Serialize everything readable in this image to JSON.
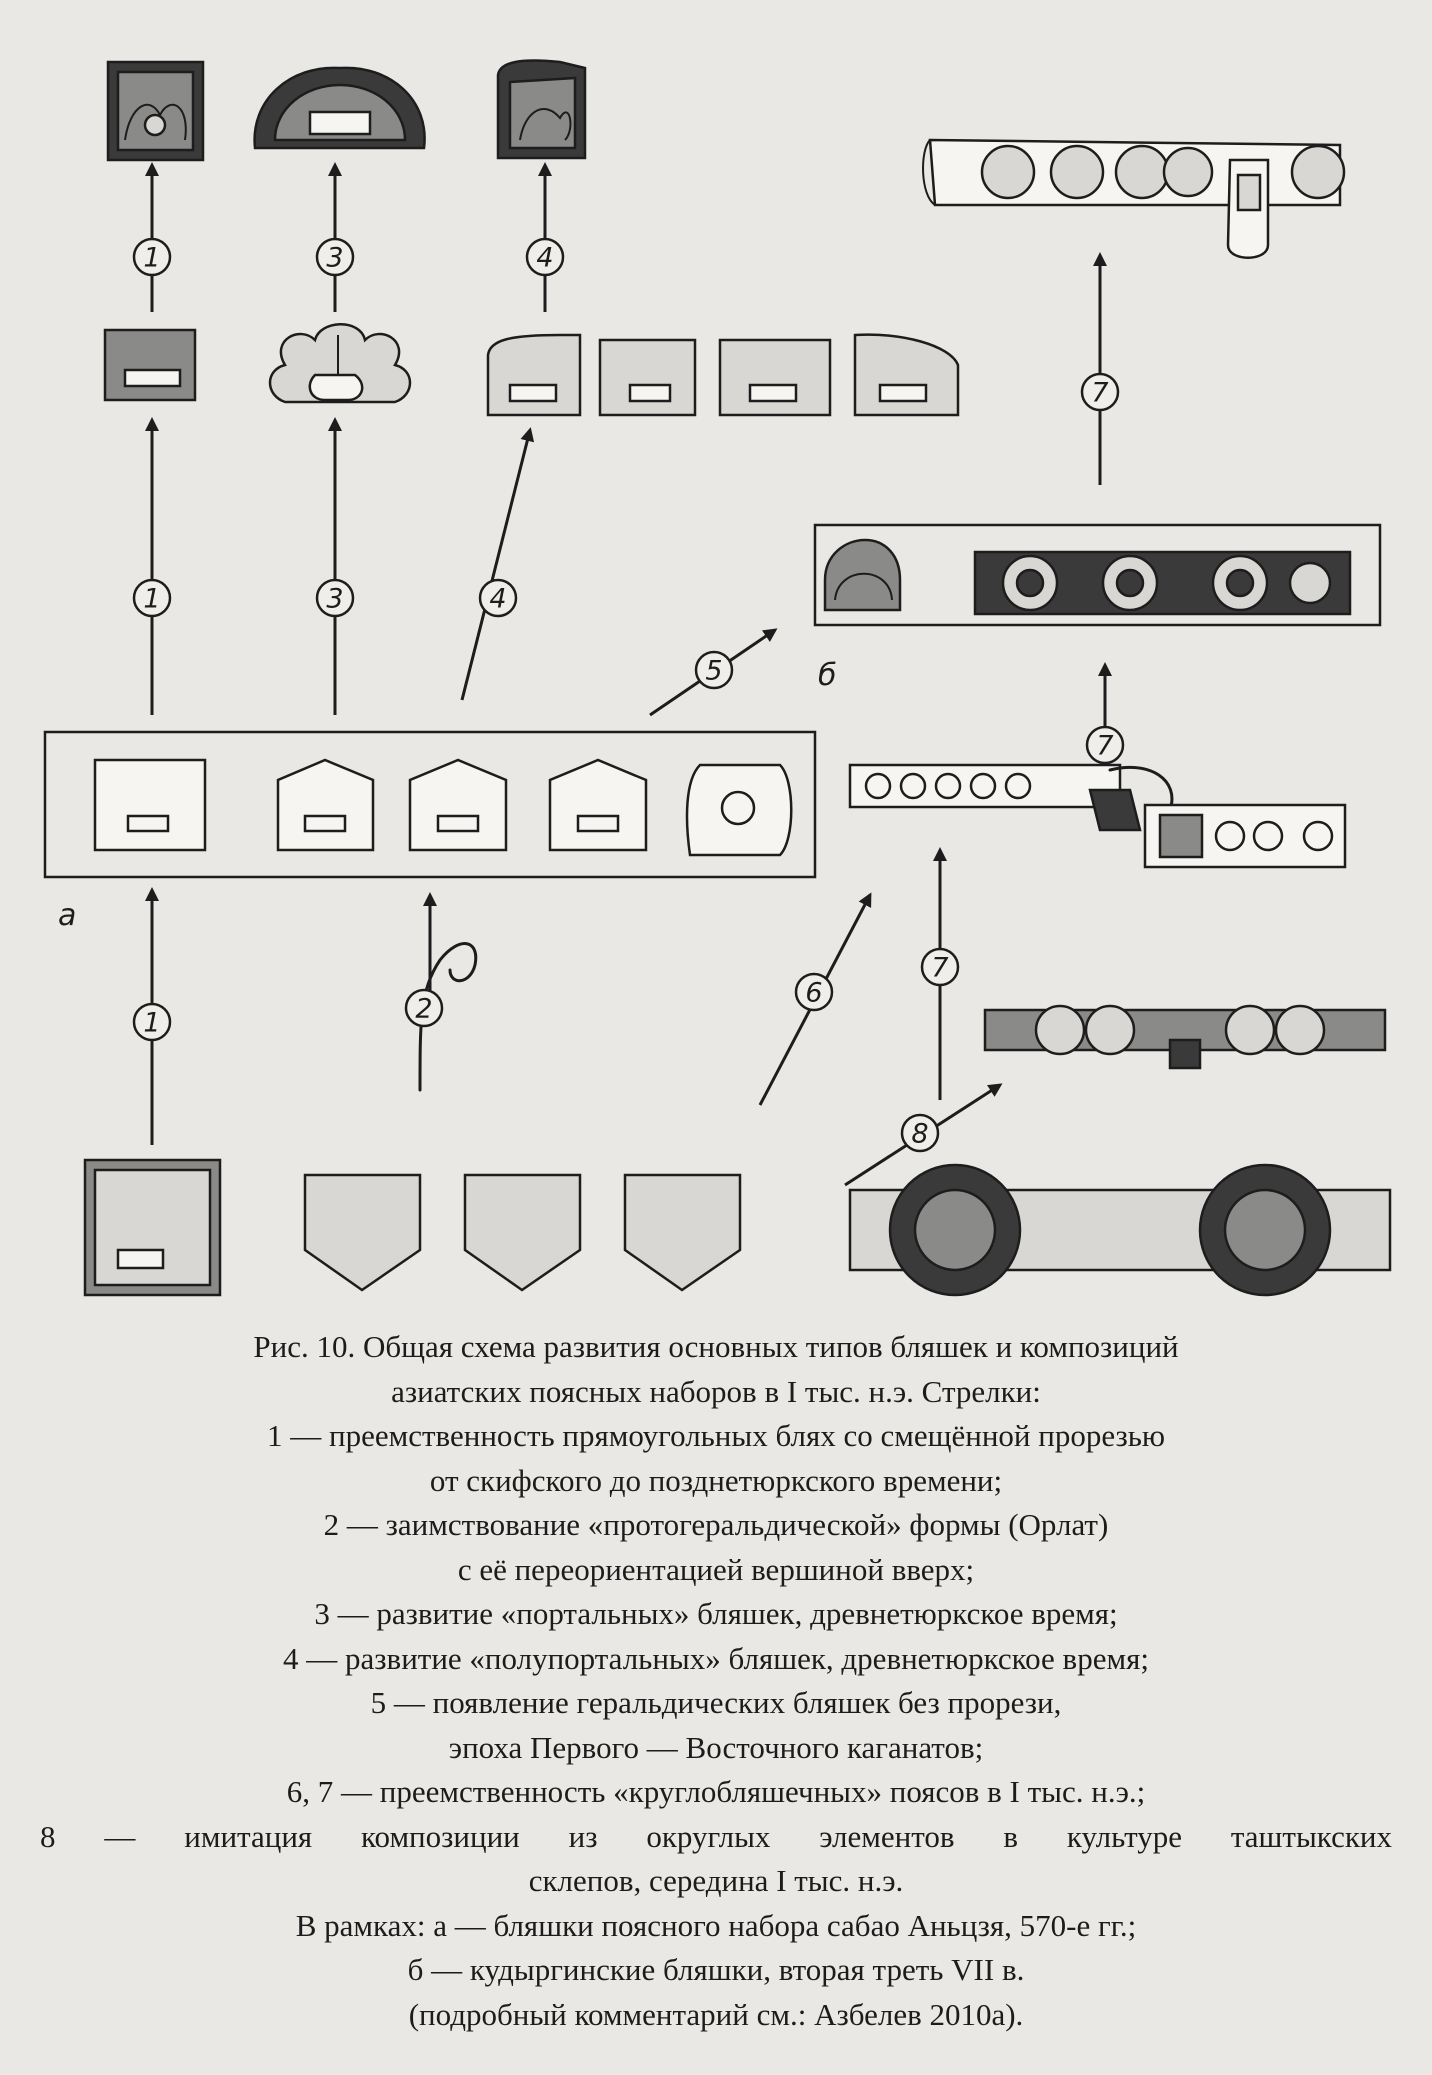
{
  "diagram": {
    "frame_labels": {
      "a": "а",
      "b": "б"
    },
    "arrows": [
      {
        "number": "1"
      },
      {
        "number": "1"
      },
      {
        "number": "1"
      },
      {
        "number": "2"
      },
      {
        "number": "3"
      },
      {
        "number": "3"
      },
      {
        "number": "4"
      },
      {
        "number": "4"
      },
      {
        "number": "5"
      },
      {
        "number": "6"
      },
      {
        "number": "7"
      },
      {
        "number": "7"
      },
      {
        "number": "7"
      },
      {
        "number": "8"
      }
    ]
  },
  "caption": {
    "title_line_1": "Рис. 10. Общая схема развития основных типов бляшек и композиций",
    "title_line_2": "азиатских поясных наборов в I тыс. н.э. Стрелки:",
    "items": [
      {
        "line_1": "1 — преемственность прямоугольных блях со смещённой прорезью",
        "line_2": "от скифского до позднетюркского времени;"
      },
      {
        "line_1": "2 — заимствование «протогеральдической» формы (Орлат)",
        "line_2": "с её переориентацией вершиной вверх;"
      },
      {
        "line_1": "3 — развитие «портальных» бляшек, древнетюркское время;"
      },
      {
        "line_1": "4 — развитие «полупортальных» бляшек, древнетюркское время;"
      },
      {
        "line_1": "5 — появление геральдических бляшек без прорези,",
        "line_2": "эпоха Первого — Восточного каганатов;"
      },
      {
        "line_1": "6, 7 — преемственность «круглобляшечных» поясов в I тыс. н.э.;"
      },
      {
        "line_1": "8 — имитация композиции из округлых элементов в культуре таштыкских",
        "line_2": "склепов, середина I тыс. н.э."
      }
    ],
    "frames": {
      "line_1": "В рамках: а — бляшки поясного набора сабао Аньцзя, 570-е гг.;",
      "line_2": "б — кудыргинские бляшки, вторая треть VII в.",
      "line_3": "(подробный комментарий см.: Азбелев 2010а)."
    }
  }
}
